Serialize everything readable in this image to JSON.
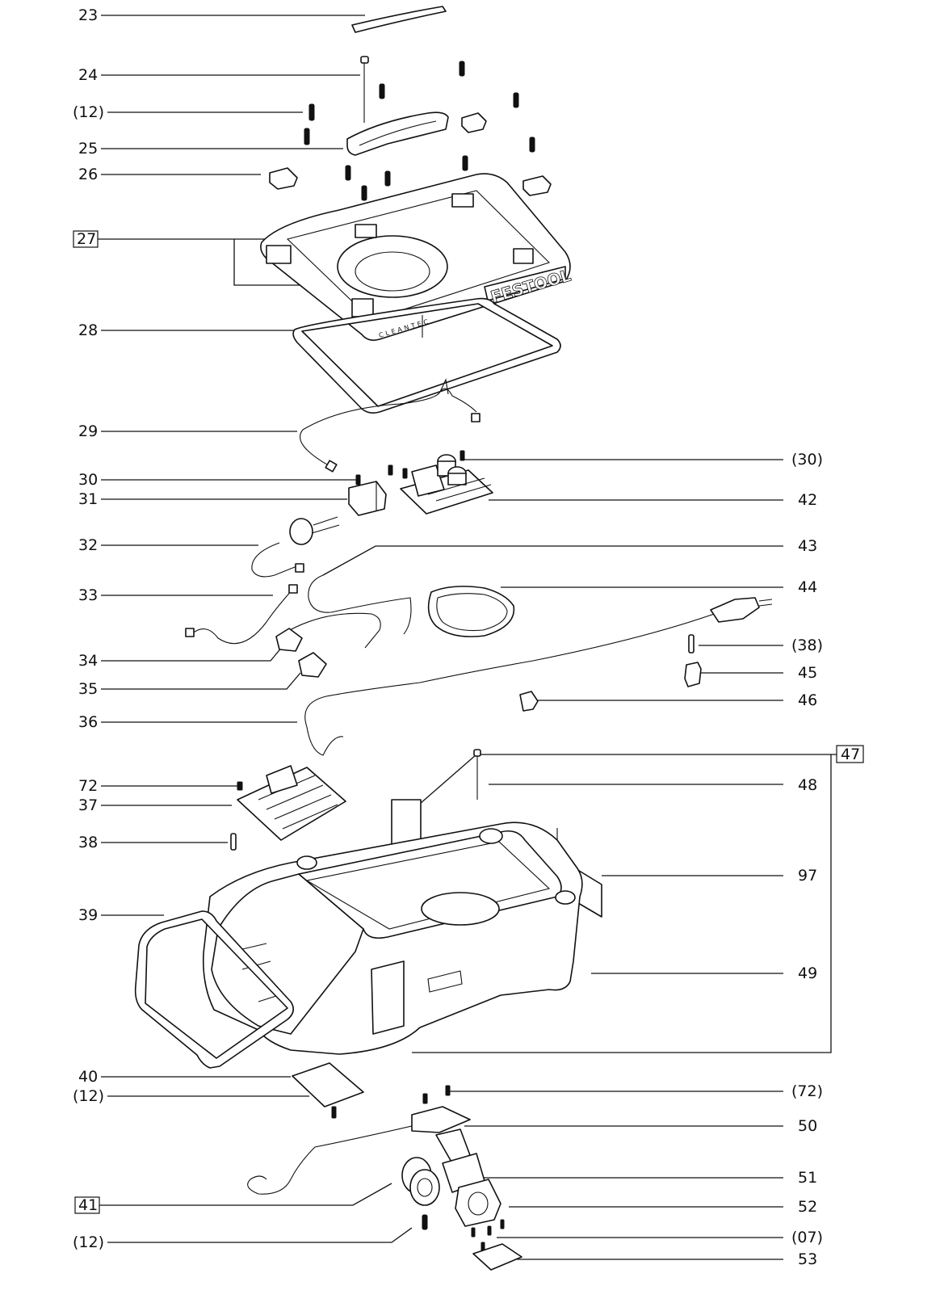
{
  "callouts": {
    "c23": "23",
    "c24": "24",
    "c12a": "(12)",
    "c25": "25",
    "c26": "26",
    "c27": "27",
    "c28": "28",
    "c29": "29",
    "c30": "30",
    "c31": "31",
    "c32": "32",
    "c33": "33",
    "c34": "34",
    "c35": "35",
    "c36": "36",
    "c72": "72",
    "c37": "37",
    "c38": "38",
    "c39": "39",
    "c40": "40",
    "c12b": "(12)",
    "c41": "41",
    "c12c": "(12)",
    "c30r": "(30)",
    "c42": "42",
    "c43": "43",
    "c44": "44",
    "c38r": "(38)",
    "c45": "45",
    "c46": "46",
    "c47": "47",
    "c48": "48",
    "c97": "97",
    "c49": "49",
    "c72r": "(72)",
    "c50": "50",
    "c51": "51",
    "c52": "52",
    "c07": "(07)",
    "c53": "53"
  },
  "markings": {
    "brand_logo": "FESTOOL",
    "model_text": "CLEANTEC"
  }
}
